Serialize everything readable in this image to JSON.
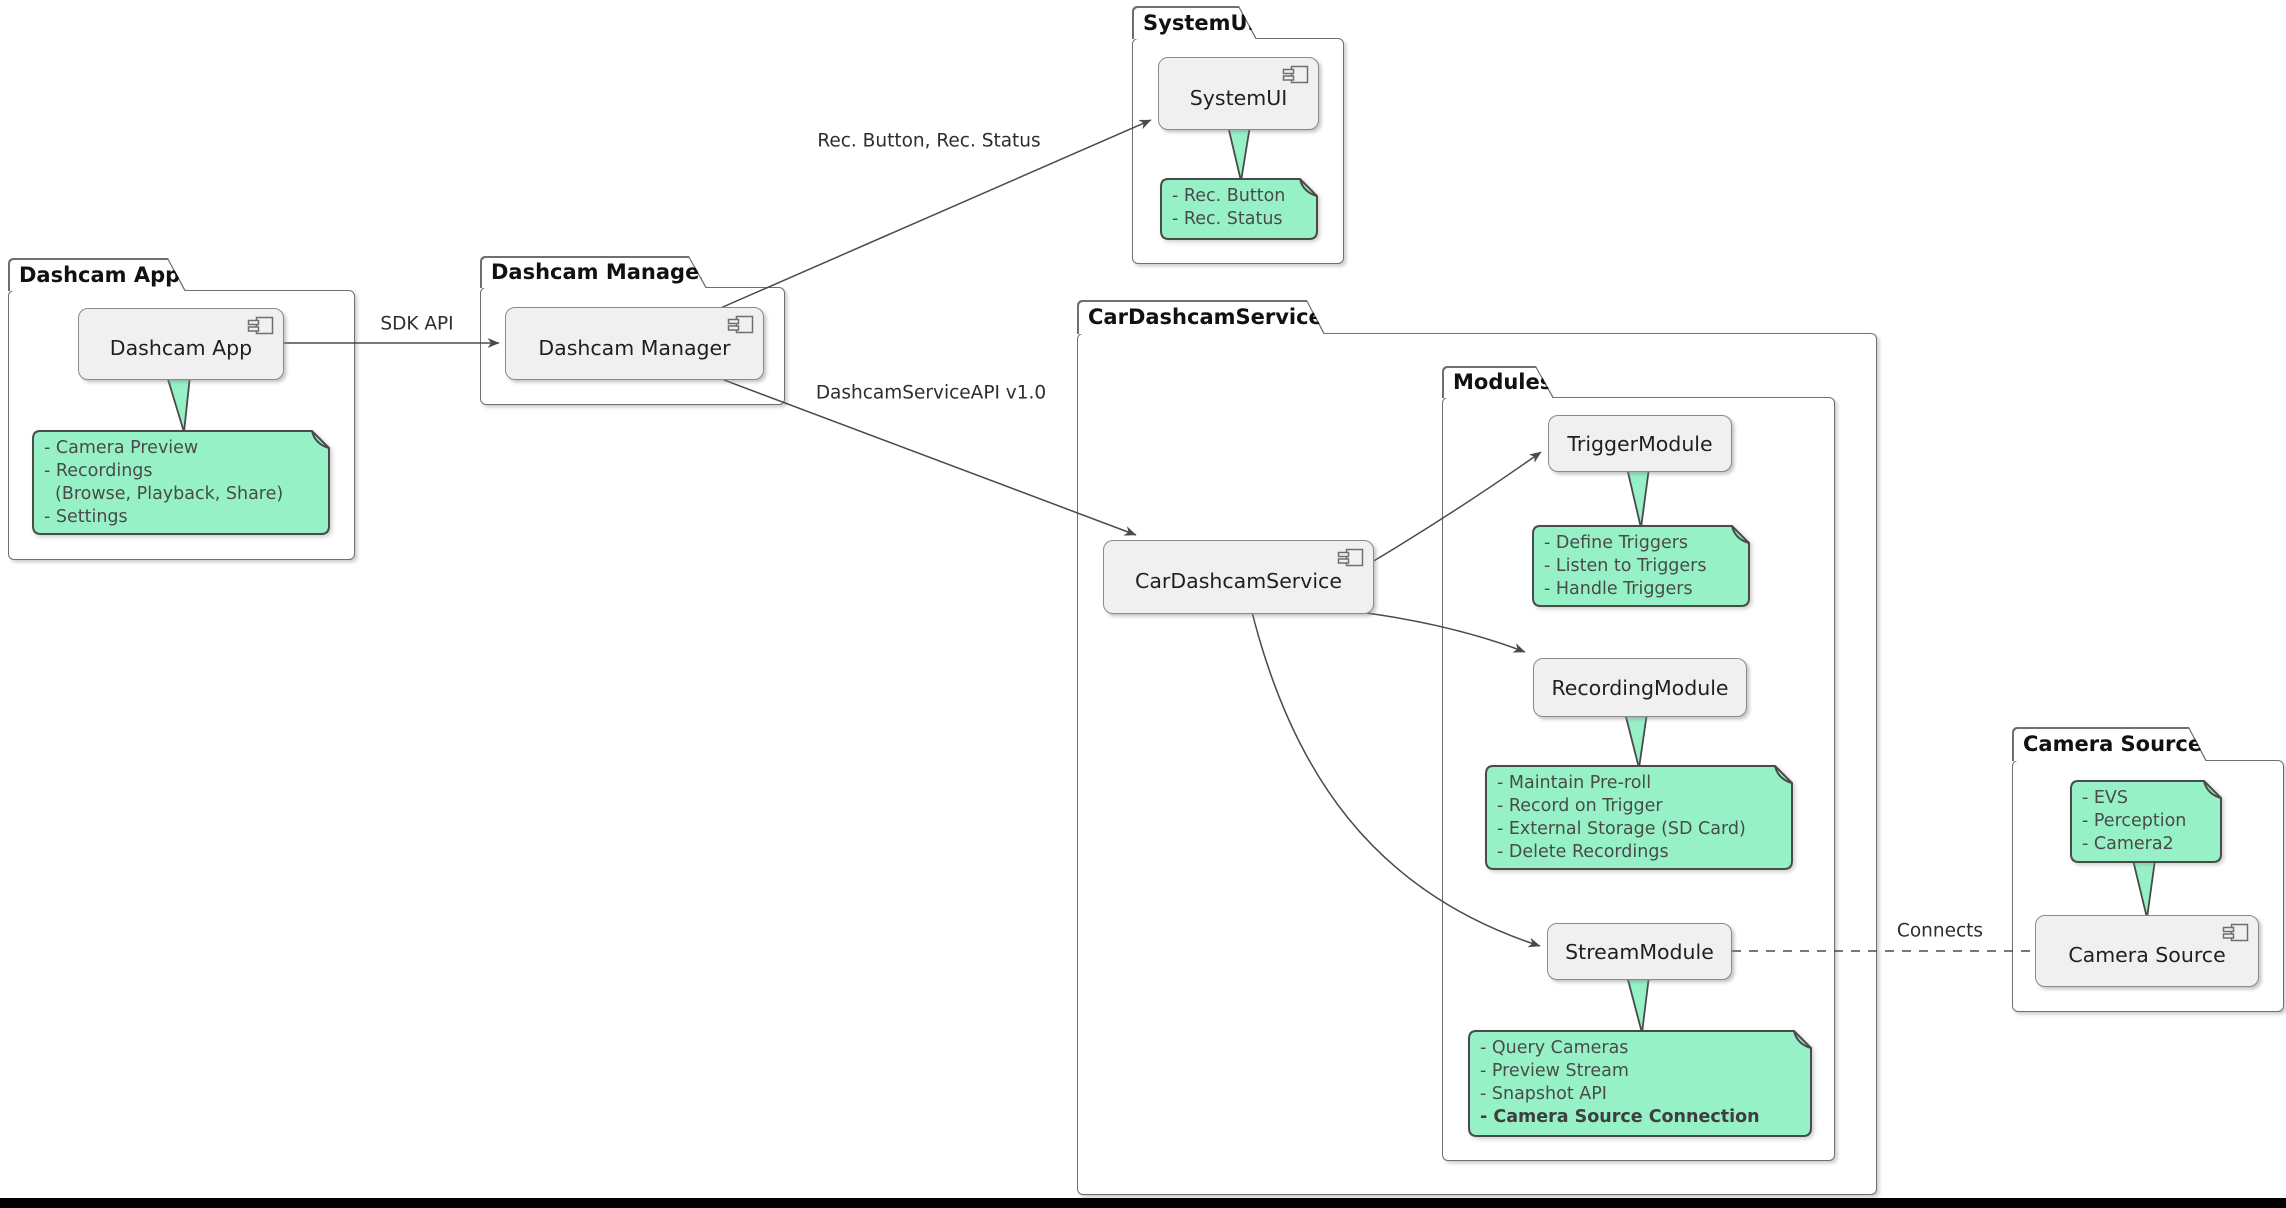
{
  "diagram": {
    "kind": "uml-component-diagram",
    "packages": {
      "dashcam_app": {
        "label": "Dashcam App"
      },
      "dashcam_manager": {
        "label": "Dashcam Manager"
      },
      "systemui": {
        "label": "SystemUI"
      },
      "car_dashcam_service": {
        "label": "CarDashcamService"
      },
      "modules": {
        "label": "Modules"
      },
      "camera_source": {
        "label": "Camera Source"
      }
    },
    "components": {
      "dashcam_app": {
        "label": "Dashcam App"
      },
      "dashcam_manager": {
        "label": "Dashcam Manager"
      },
      "systemui": {
        "label": "SystemUI"
      },
      "car_dashcam_service": {
        "label": "CarDashcamService"
      },
      "trigger_module": {
        "label": "TriggerModule"
      },
      "recording_module": {
        "label": "RecordingModule"
      },
      "stream_module": {
        "label": "StreamModule"
      },
      "camera_source": {
        "label": "Camera Source"
      }
    },
    "notes": {
      "dashcam_app": {
        "lines": [
          "- Camera Preview",
          "- Recordings",
          "(Browse, Playback, Share)",
          "- Settings"
        ]
      },
      "systemui": {
        "lines": [
          "- Rec. Button",
          "- Rec. Status"
        ]
      },
      "trigger_module": {
        "lines": [
          "- Define Triggers",
          "- Listen to Triggers",
          "- Handle Triggers"
        ]
      },
      "recording_module": {
        "lines": [
          "- Maintain Pre-roll",
          "- Record on Trigger",
          "- External Storage (SD Card)",
          "- Delete Recordings"
        ]
      },
      "stream_module": {
        "lines": [
          "- Query Cameras",
          "- Preview Stream",
          "- Snapshot API"
        ],
        "bold_line": "- Camera Source Connection"
      },
      "camera_source": {
        "lines": [
          "- EVS",
          "- Perception",
          "- Camera2"
        ]
      }
    },
    "edges": {
      "sdk_api": {
        "label": "SDK API",
        "style": "solid-arrow"
      },
      "manager_to_systemui": {
        "label": "Rec. Button, Rec. Status",
        "style": "solid-arrow"
      },
      "manager_to_service": {
        "label": "DashcamServiceAPI v1.0",
        "style": "solid-arrow"
      },
      "service_to_trigger": {
        "label": "",
        "style": "solid-arrow"
      },
      "service_to_recording": {
        "label": "",
        "style": "solid-arrow"
      },
      "service_to_stream": {
        "label": "",
        "style": "solid-arrow"
      },
      "stream_to_camera": {
        "label": "Connects",
        "style": "dashed"
      }
    },
    "colors": {
      "note_fill": "#96F2C6",
      "note_border": "#4A4A4A",
      "component_fill": "#F0F0F0",
      "component_border": "#8A8A8A",
      "package_border": "#6F6F6F",
      "arrow": "#4A4A4A",
      "bottom_bar": "#000000"
    }
  }
}
